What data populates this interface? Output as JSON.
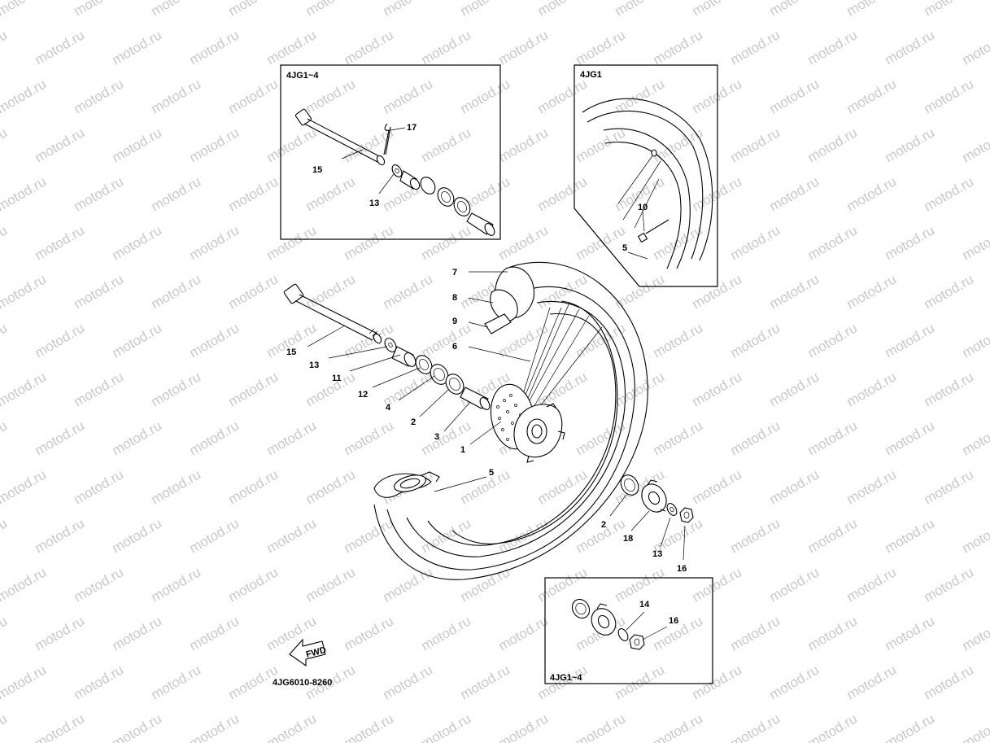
{
  "watermark": "motod.ru",
  "box_labels": {
    "axle_inset": "4JG1~4",
    "tire_inset": "4JG1",
    "nut_inset": "4JG1~4"
  },
  "fwd_label": "FWD",
  "diagram_code": "4JG6010-8260",
  "parts": {
    "p1": "1",
    "p2a": "2",
    "p2b": "2",
    "p3": "3",
    "p4": "4",
    "p5a": "5",
    "p5b": "5",
    "p6": "6",
    "p7": "7",
    "p8": "8",
    "p9": "9",
    "p10": "10",
    "p11": "11",
    "p12": "12",
    "p13a": "13",
    "p13b": "13",
    "p13c": "13",
    "p14": "14",
    "p15a": "15",
    "p15b": "15",
    "p16a": "16",
    "p16b": "16",
    "p17": "17",
    "p18": "18"
  }
}
